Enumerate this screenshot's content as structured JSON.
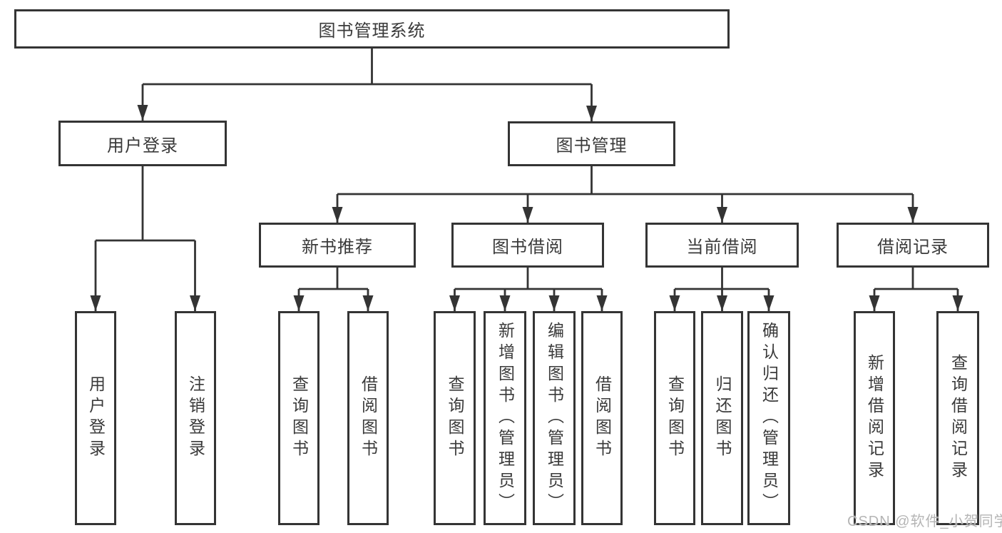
{
  "tree": {
    "root": "图书管理系统",
    "branches": [
      {
        "label": "用户登录",
        "leaves": [
          "用户登录",
          "注销登录"
        ]
      },
      {
        "label": "图书管理",
        "groups": [
          {
            "label": "新书推荐",
            "leaves": [
              "查询图书",
              "借阅图书"
            ]
          },
          {
            "label": "图书借阅",
            "leaves": [
              "查询图书",
              "新增图书（管理员）",
              "编辑图书（管理员）",
              "借阅图书"
            ]
          },
          {
            "label": "当前借阅",
            "leaves": [
              "查询图书",
              "归还图书",
              "确认归还（管理员）"
            ]
          },
          {
            "label": "借阅记录",
            "leaves": [
              "新增借阅记录",
              "查询借阅记录"
            ]
          }
        ]
      }
    ]
  },
  "watermark": {
    "text": "CSDN @软件_小贺同学"
  },
  "colors": {
    "line": "#343434",
    "box_border": "#343434",
    "text": "#3a3a3a",
    "watermark": "#b5b5b5",
    "background": "#ffffff"
  }
}
